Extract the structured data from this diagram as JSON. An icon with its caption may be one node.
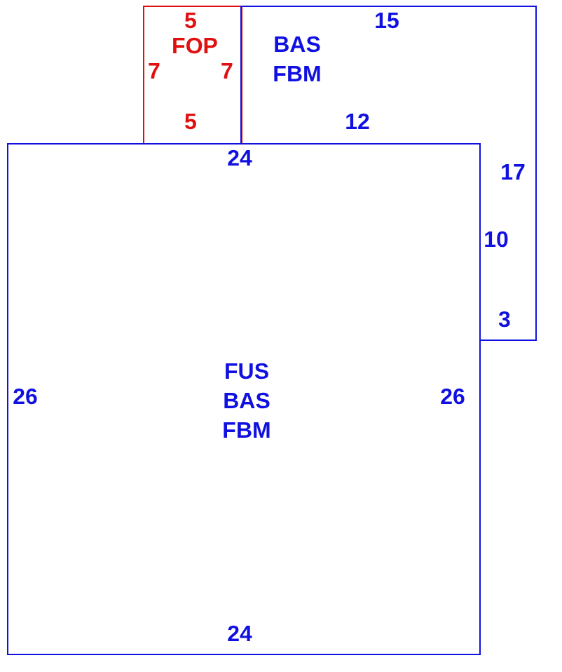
{
  "diagram": {
    "nodes": [
      {
        "text": [
          "FOP"
        ]
      },
      {
        "text": [
          "BAS FBM"
        ]
      },
      {
        "text": [
          "FUS BAS FBM"
        ]
      }
    ],
    "labels": [
      "5",
      "15",
      "7",
      "7",
      "5",
      "12",
      "24",
      "17",
      "10",
      "3",
      "26",
      "26",
      "24"
    ]
  }
}
